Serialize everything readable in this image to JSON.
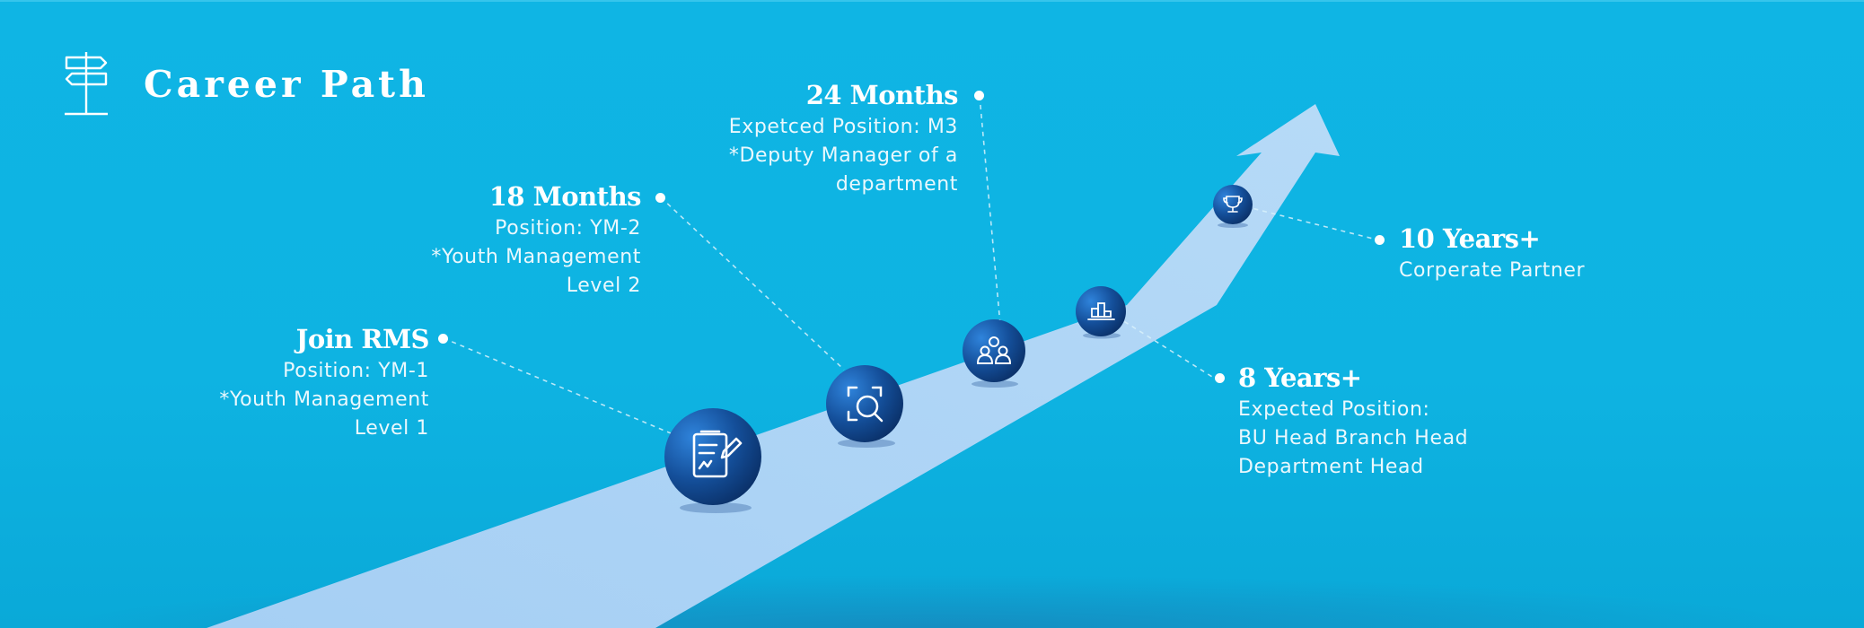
{
  "header": {
    "title": "Career Path",
    "icon": "signpost-icon"
  },
  "milestones": [
    {
      "heading": "Join RMS",
      "lines": [
        "Position: YM-1",
        "*Youth Management",
        "Level 1"
      ],
      "icon": "document-sign-icon"
    },
    {
      "heading": "18 Months",
      "lines": [
        "Position: YM-2",
        "*Youth Management",
        "Level 2"
      ],
      "icon": "magnify-focus-icon"
    },
    {
      "heading": "24 Months",
      "lines": [
        "Expetced Position: M3",
        "*Deputy Manager of a",
        "department"
      ],
      "icon": "team-icon"
    },
    {
      "heading": "8 Years+",
      "lines": [
        "Expected Position:",
        "BU Head Branch Head",
        "Department Head"
      ],
      "icon": "podium-icon"
    },
    {
      "heading": "10 Years+",
      "lines": [
        "Corperate Partner"
      ],
      "icon": "trophy-icon"
    }
  ],
  "colors": {
    "background": "#0fb4e3",
    "path": "#a3cdf3",
    "node_dark": "#0b3a78",
    "node_light": "#2f7fd6",
    "text": "#ffffff"
  }
}
